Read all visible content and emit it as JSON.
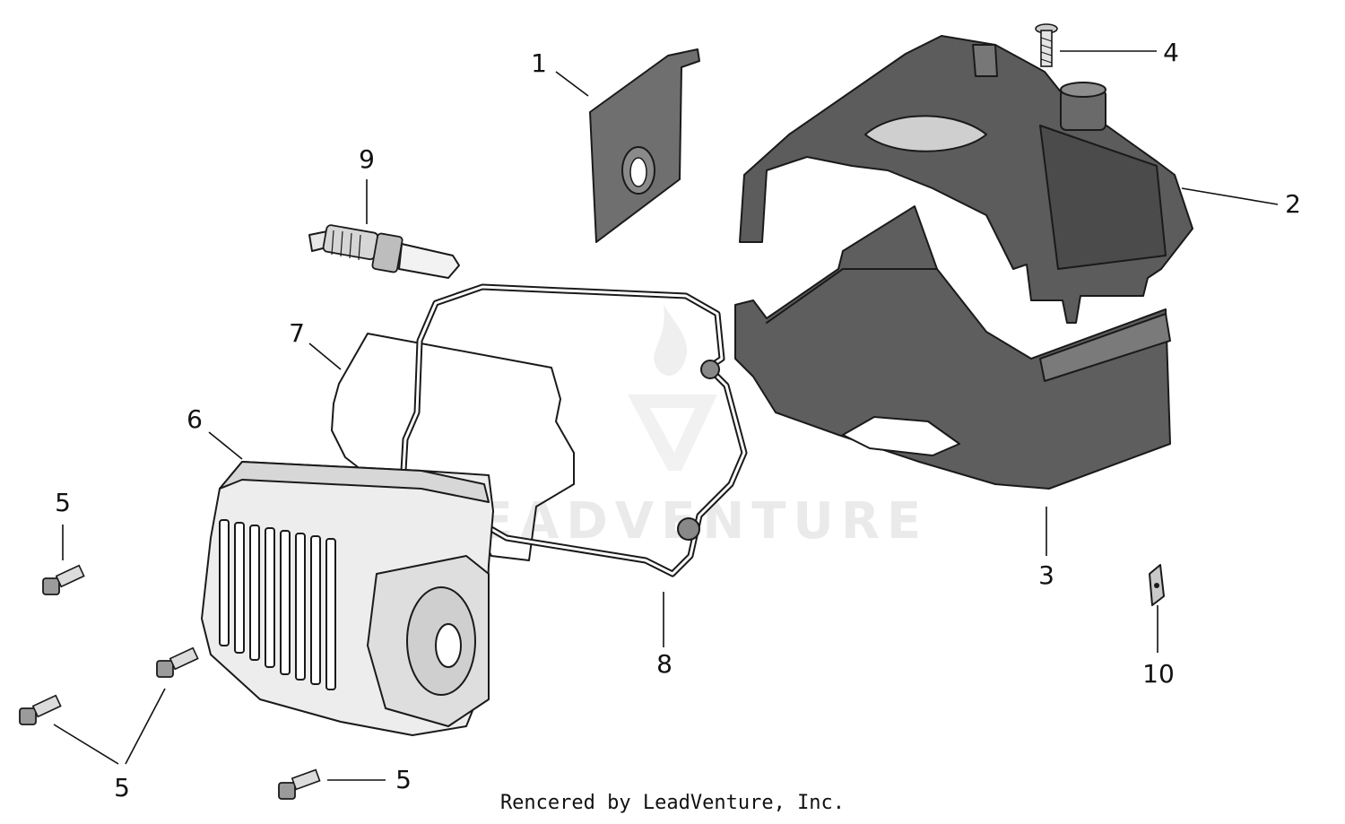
{
  "diagram": {
    "callouts": {
      "c1": "1",
      "c2": "2",
      "c3": "3",
      "c4": "4",
      "c5a": "5",
      "c5b": "5",
      "c5c": "5",
      "c6": "6",
      "c7": "7",
      "c8": "8",
      "c9": "9",
      "c10": "10"
    },
    "watermark": "LEADVENTURE",
    "credit": "Rencered by LeadVenture, Inc."
  },
  "colors": {
    "part_dark": "#5a5a5a",
    "part_mid": "#7d7d7d",
    "part_light": "#d9d9d9",
    "outline": "#1a1a1a"
  }
}
